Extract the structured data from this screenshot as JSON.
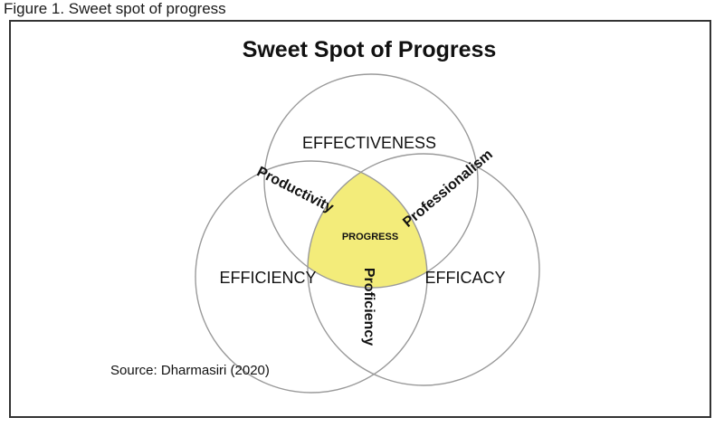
{
  "caption": "Figure 1. Sweet spot of progress",
  "title": "Sweet Spot of Progress",
  "sets": {
    "top": "EFFECTIVENESS",
    "left": "EFFICIENCY",
    "right": "EFFICACY"
  },
  "intersections": {
    "top_left": "Productivity",
    "top_right": "Professionalism",
    "left_right": "Proficiency",
    "center": "PROGRESS"
  },
  "source": "Source: Dharmasiri (2020)",
  "colors": {
    "circle_stroke": "#9a9a9a",
    "center_fill": "#f3ec7a",
    "frame": "#333333"
  }
}
